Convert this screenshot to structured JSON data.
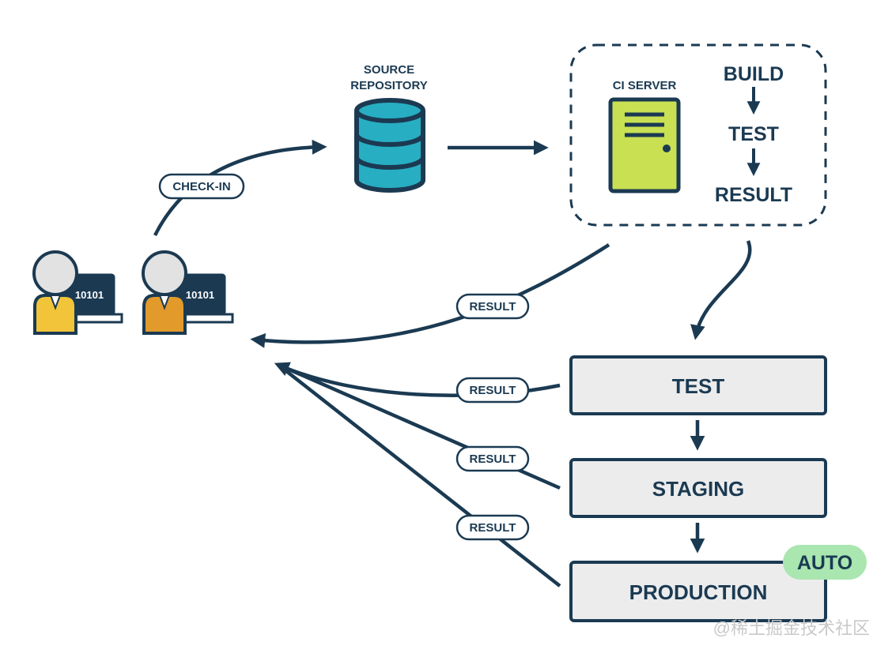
{
  "diagram": {
    "source_repository": {
      "line1": "SOURCE",
      "line2": "REPOSITORY"
    },
    "ci_server": {
      "label": "CI SERVER",
      "steps": [
        "BUILD",
        "TEST",
        "RESULT"
      ]
    },
    "check_in_label": "CHECK-IN",
    "developers": [
      {
        "screen_text": "10101",
        "shirt_color": "#f2c43a"
      },
      {
        "screen_text": "10101",
        "shirt_color": "#e29a2b"
      }
    ],
    "pipeline": {
      "stages": [
        "TEST",
        "STAGING",
        "PRODUCTION"
      ],
      "auto_badge": "AUTO"
    },
    "result_labels": [
      "RESULT",
      "RESULT",
      "RESULT",
      "RESULT"
    ]
  },
  "watermark": "@稀土掘金技术社区",
  "colors": {
    "ink": "#1b3a52",
    "database": "#27aec2",
    "server": "#c8e051",
    "stage_fill": "#ececec",
    "auto_badge": "#a9e6b0",
    "laptop_screen": "#1b3a52"
  }
}
